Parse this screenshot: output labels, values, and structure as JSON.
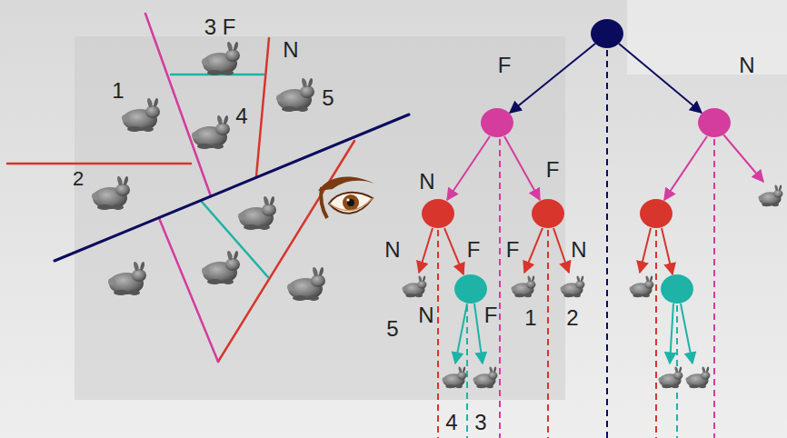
{
  "diagram": {
    "labels": [
      "3 F",
      "N",
      "1",
      "5",
      "4",
      "2",
      "F",
      "N",
      "N",
      "F",
      "N",
      "F",
      "F",
      "N",
      "5",
      "N",
      "F",
      "1",
      "2",
      "4",
      "3"
    ]
  }
}
